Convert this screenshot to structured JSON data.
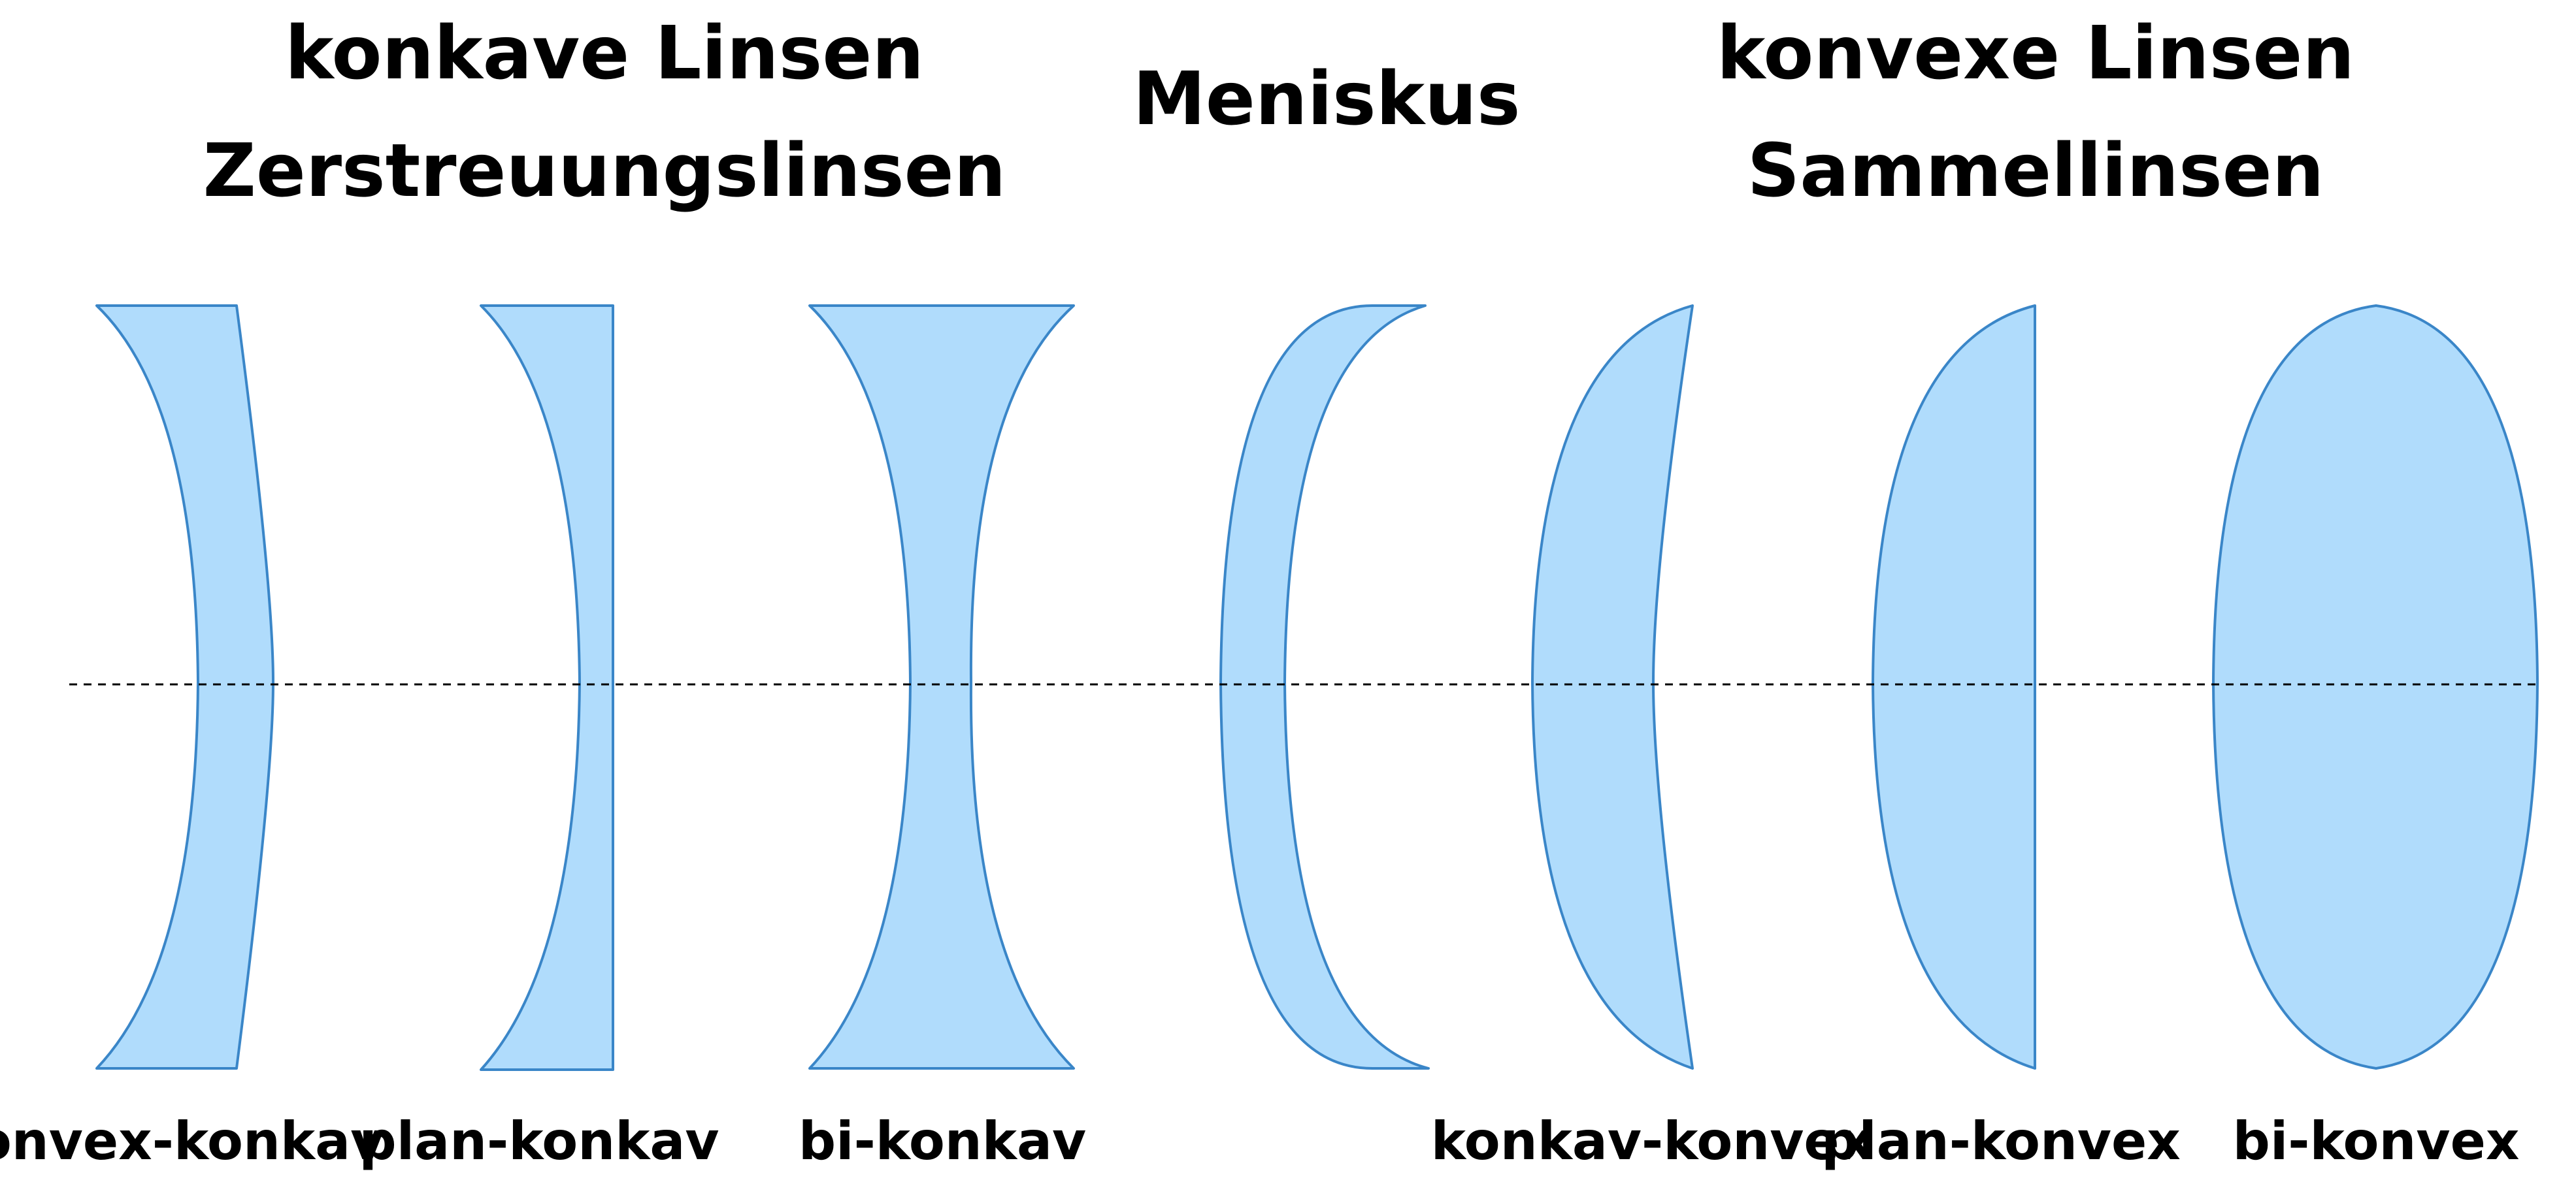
{
  "headings": {
    "concave_line1": "konkave Linsen",
    "concave_line2": "Zerstreuungslinsen",
    "meniscus": "Meniskus",
    "convex_line1": "konvexe Linsen",
    "convex_line2": "Sammellinsen"
  },
  "lenses": [
    {
      "label": "konvex-konkav"
    },
    {
      "label": "plan-konkav"
    },
    {
      "label": "bi-konkav"
    },
    {
      "label": ""
    },
    {
      "label": "konkav-konvex"
    },
    {
      "label": "plan-konvex"
    },
    {
      "label": "bi-konvex"
    }
  ],
  "colors": {
    "lens_fill": "#b0dcfc",
    "lens_stroke": "#3a86c8",
    "text": "#000000",
    "axis": "#000000"
  }
}
